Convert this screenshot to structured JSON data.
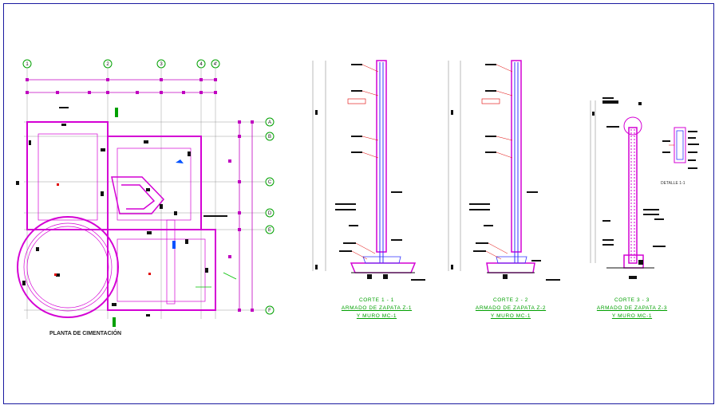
{
  "plan": {
    "title": "PLANTA DE CIMENTACIÓN",
    "grid_columns": [
      "1",
      "2",
      "3",
      "4",
      "4'"
    ],
    "grid_rows": [
      "A",
      "B",
      "C",
      "D",
      "E",
      "F"
    ]
  },
  "sections": [
    {
      "cut": "CORTE  1 - 1",
      "title": "ARMADO DE ZAPATA Z-1",
      "subtitle": "Y MURO MC-1"
    },
    {
      "cut": "CORTE  2 - 2",
      "title": "ARMADO DE ZAPATA Z-2",
      "subtitle": "Y MURO MC-1"
    },
    {
      "cut": "CORTE  3 - 3",
      "title": "ARMADO DE ZAPATA Z-3",
      "subtitle": "Y MURO MC-1"
    }
  ],
  "detail": {
    "title": "DETALLE 1-1"
  },
  "colors": {
    "frame": "#1a1aa0",
    "structure": "#d400d4",
    "rebar": "#3333ff",
    "titles": "#00a000",
    "dimension": "#c000c0",
    "ink": "#111111"
  }
}
